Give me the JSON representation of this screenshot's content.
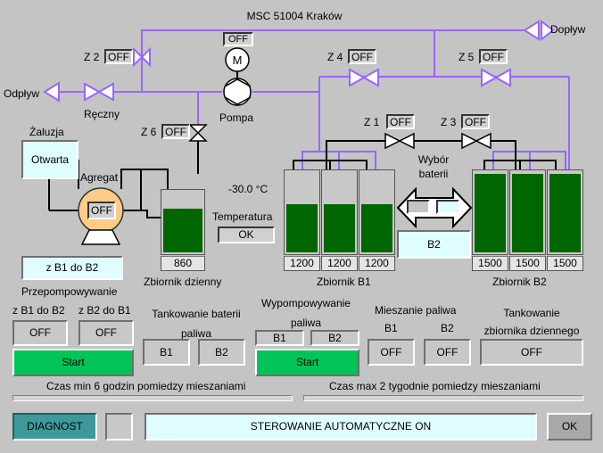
{
  "title": "MSC 51004 Kraków",
  "labels": {
    "doplyw": "Dopływ",
    "odplyw": "Odpływ",
    "reczny": "Ręczny",
    "pompa": "Pompa",
    "zaluzja": "Żaluzja",
    "agregat": "Agregat",
    "temperature": "-30.0 °C",
    "temperatura": "Temperatura",
    "wybor_baterii": "Wybór\nbaterii",
    "zbiornik_dzienny": "Zbiornik dzienny",
    "zbiornik_b1": "Zbiornik B1",
    "zbiornik_b2": "Zbiornik B2"
  },
  "valves": {
    "z1": {
      "label": "Z 1",
      "state": "OFF"
    },
    "z2": {
      "label": "Z 2",
      "state": "OFF"
    },
    "z3": {
      "label": "Z 3",
      "state": "OFF"
    },
    "z4": {
      "label": "Z 4",
      "state": "OFF"
    },
    "z5": {
      "label": "Z 5",
      "state": "OFF"
    },
    "z6": {
      "label": "Z 6",
      "state": "OFF"
    }
  },
  "motor": {
    "state": "OFF",
    "symbol": "M"
  },
  "aggregate_state": "OFF",
  "zaluzja_state": "Otwarta",
  "temperature_status": "OK",
  "battery_selected": "B2",
  "tanks": {
    "daily": {
      "value": "860",
      "level": 0.74
    },
    "b1": [
      {
        "value": "1200",
        "level": 0.62
      },
      {
        "value": "1200",
        "level": 0.62
      },
      {
        "value": "1200",
        "level": 0.62
      }
    ],
    "b2": [
      {
        "value": "1500",
        "level": 0.98
      },
      {
        "value": "1500",
        "level": 0.98
      },
      {
        "value": "1500",
        "level": 0.98
      }
    ]
  },
  "przepompowywanie": {
    "direction_label": "z B1 do B2",
    "title": "Przepompowywanie",
    "col1": "z B1 do B2",
    "col2": "z B2 do B1",
    "col1_state": "OFF",
    "col2_state": "OFF",
    "start": "Start"
  },
  "tankowanie_baterii": {
    "title": "Tankowanie baterii\npaliwa",
    "b1": "B1",
    "b2": "B2"
  },
  "wypompowywanie": {
    "title": "Wypompowywanie\npaliwa",
    "b1": "B1",
    "b2": "B2",
    "start": "Start"
  },
  "mieszanie": {
    "title": "Mieszanie paliwa",
    "b1": "B1",
    "b2": "B2",
    "b1_state": "OFF",
    "b2_state": "OFF"
  },
  "tankowanie_dzienny": {
    "title": "Tankowanie\nzbiornika dziennego",
    "state": "OFF"
  },
  "czas_min": "Czas min 6 godzin pomiedzy mieszaniami",
  "czas_max": "Czas max 2 tygodnie pomiedzy mieszaniami",
  "footer": {
    "diagnost": "DIAGNOST",
    "status": "STEROWANIE AUTOMATYCZNE ON",
    "ok": "OK"
  },
  "colors": {
    "background": "#c4c4c4",
    "pipe_fuel": "#9966ff",
    "pipe_main": "#000000",
    "tank_fill": "#006600",
    "active_green": "#00c456",
    "cyan": "#dffcff",
    "diagnost": "#3e9a9a"
  }
}
